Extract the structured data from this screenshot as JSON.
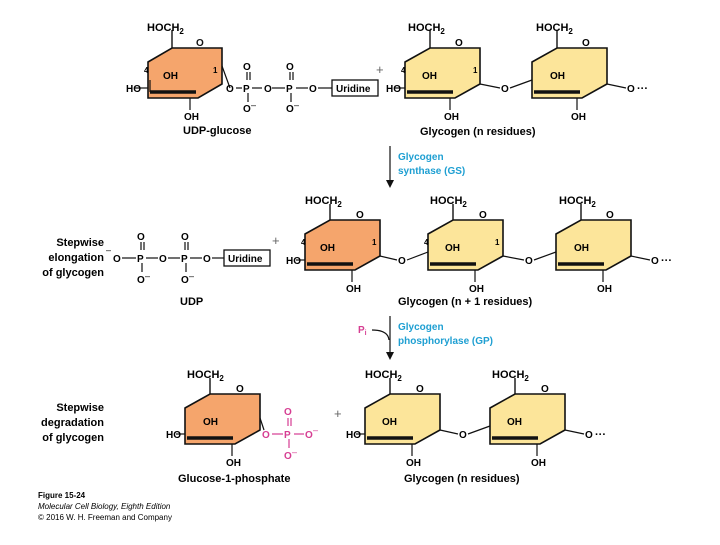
{
  "labels": {
    "hoch2": "HOCH",
    "sub2": "2",
    "ring_o": "O",
    "oh": "OH",
    "ho": "HO",
    "o": "O",
    "p": "P",
    "pi": "P",
    "pi_sub": "i",
    "minus": "–",
    "plus": "+",
    "ellipsis": "···",
    "c4": "4",
    "c1": "1"
  },
  "row1": {
    "udp_glucose_label": "UDP-glucose",
    "uridine": "Uridine",
    "glycogen_label": "Glycogen (n residues)"
  },
  "step1": {
    "enzyme_line1": "Glycogen",
    "enzyme_line2": "synthase (GS)"
  },
  "row2": {
    "side_label": [
      "Stepwise",
      "elongation",
      "of glycogen"
    ],
    "uridine": "Uridine",
    "udp_label": "UDP",
    "glycogen_label": "Glycogen (n + 1 residues)"
  },
  "step2": {
    "enzyme_line1": "Glycogen",
    "enzyme_line2": "phosphorylase (GP)"
  },
  "row3": {
    "side_label": [
      "Stepwise",
      "degradation",
      "of glycogen"
    ],
    "g1p_label": "Glucose-1-phosphate",
    "glycogen_label": "Glycogen (n residues)"
  },
  "caption": {
    "line1": "Figure 15-24",
    "line2": "Molecular Cell Biology, Eighth Edition",
    "line3": "© 2016 W. H. Freeman and Company"
  },
  "colors": {
    "orange_ring": "#F5A56C",
    "yellow_ring": "#FCE59A",
    "enzyme_text": "#1E9FD2",
    "phosphate_magenta": "#D63D92",
    "pi_text": "#D63D92",
    "line": "#111111"
  }
}
